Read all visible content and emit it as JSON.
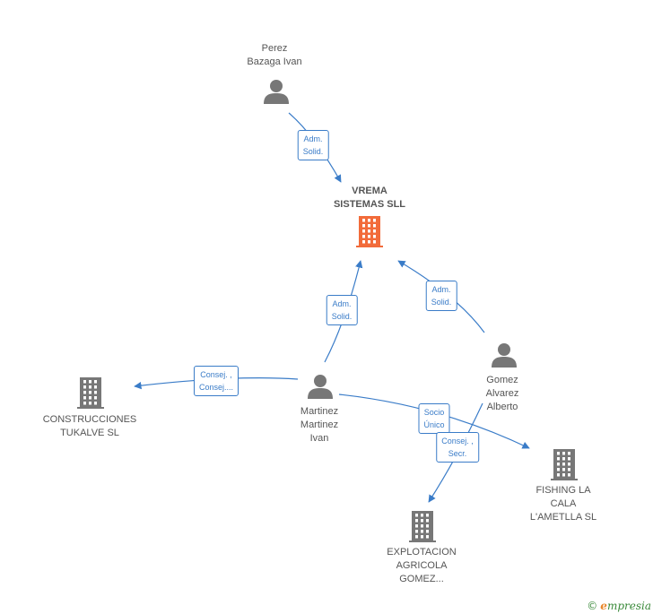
{
  "colors": {
    "edge": "#3a7cc8",
    "person": "#777777",
    "company": "#777777",
    "main_company": "#f26b3a"
  },
  "nodes": {
    "perez": {
      "type": "person",
      "label": "Perez\nBazaga Ivan"
    },
    "vrema": {
      "type": "main-company",
      "label": "VREMA\nSISTEMAS SLL"
    },
    "martinez": {
      "type": "person",
      "label": "Martinez\nMartinez\nIvan"
    },
    "gomez": {
      "type": "person",
      "label": "Gomez\nAlvarez\nAlberto"
    },
    "construcciones": {
      "type": "company",
      "label": "CONSTRUCCIONES\nTUKALVE SL"
    },
    "fishing": {
      "type": "company",
      "label": "FISHING LA\nCALA\nL'AMETLLA SL"
    },
    "explotacion": {
      "type": "company",
      "label": "EXPLOTACION\nAGRICOLA\nGOMEZ..."
    }
  },
  "edges": [
    {
      "from": "perez",
      "to": "vrema",
      "label": "Adm.\nSolid."
    },
    {
      "from": "martinez",
      "to": "vrema",
      "label": "Adm.\nSolid."
    },
    {
      "from": "gomez",
      "to": "vrema",
      "label": "Adm.\nSolid."
    },
    {
      "from": "martinez",
      "to": "construcciones",
      "label": "Consej. ,\nConsej...."
    },
    {
      "from": "martinez",
      "to": "fishing",
      "label": "Socio\nÚnico"
    },
    {
      "from": "gomez",
      "to": "explotacion",
      "label": "Consej. ,\nSecr."
    }
  ],
  "footer": {
    "copyright": "©",
    "brand_initial": "e",
    "brand_rest": "mpresia"
  }
}
